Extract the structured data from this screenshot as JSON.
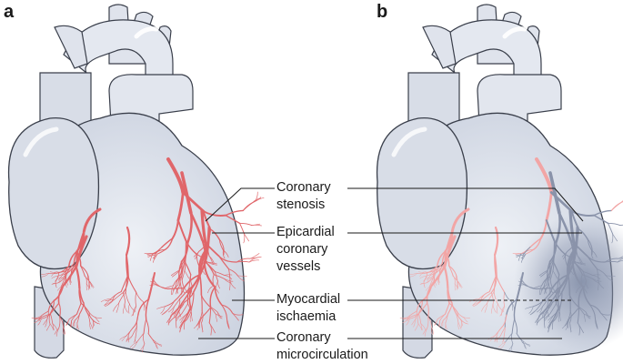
{
  "panels": {
    "a": "a",
    "b": "b"
  },
  "labels": {
    "stenosis": [
      "Coronary",
      "stenosis"
    ],
    "epicardial": [
      "Epicardial",
      "coronary",
      "vessels"
    ],
    "ischaemia": [
      "Myocardial",
      "ischaemia"
    ],
    "microcirculation": [
      "Coronary",
      "microcirculation"
    ]
  },
  "colors": {
    "heart_fill": "#dde2ec",
    "heart_outline": "#3a3f4b",
    "vessel_red": "#e0666a",
    "vessel_faded": "#f2a5a5",
    "vessel_ischemic": "#8a93aa",
    "ischaemia_shade": "#7f8ba6"
  }
}
